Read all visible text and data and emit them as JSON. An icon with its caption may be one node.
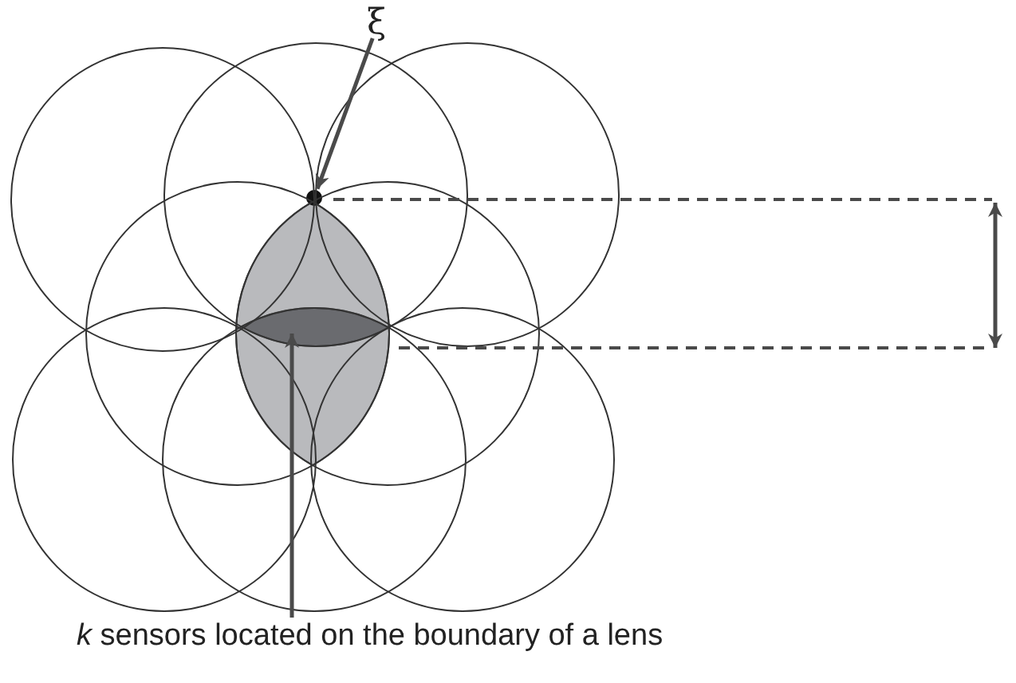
{
  "diagram": {
    "nodes": [
      {
        "text": [
          "ξ"
        ]
      },
      {
        "text": [],
        "shape": "circle"
      },
      {
        "text": [
          "*k* sensors located on the boundary of a lens"
        ]
      },
      {
        "text": [],
        "shape": "lens"
      }
    ],
    "edges": [
      {
        "from": 0,
        "to": 1,
        "arrow": "to"
      },
      {
        "from": 2,
        "to": 3,
        "arrow": "to"
      }
    ]
  }
}
